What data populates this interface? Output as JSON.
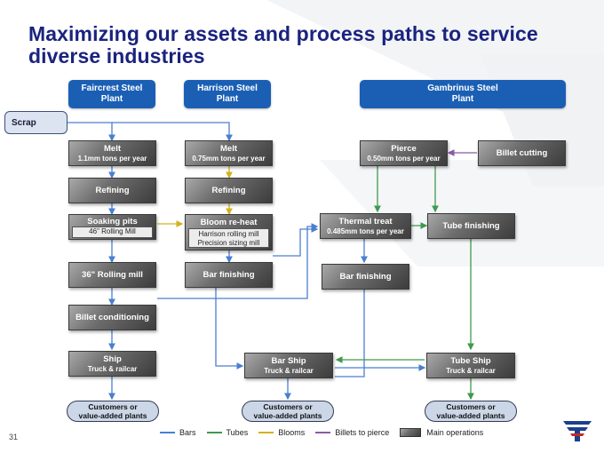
{
  "slide": {
    "title": "Maximizing our assets and process paths to service diverse industries",
    "page_number": "31"
  },
  "plants": {
    "faircrest": {
      "line1": "Faircrest Steel",
      "line2": "Plant"
    },
    "harrison": {
      "line1": "Harrison Steel",
      "line2": "Plant"
    },
    "gambrinus": {
      "line1": "Gambrinus Steel",
      "line2": "Plant"
    }
  },
  "scrap": "Scrap",
  "ops": {
    "melt1": {
      "title": "Melt",
      "sub": "1.1mm tons per year"
    },
    "melt2": {
      "title": "Melt",
      "sub": "0.75mm tons per year"
    },
    "pierce": {
      "title": "Pierce",
      "sub": "0.50mm tons per year"
    },
    "billet_cutting": {
      "title": "Billet cutting"
    },
    "refining1": {
      "title": "Refining"
    },
    "refining2": {
      "title": "Refining"
    },
    "soaking": {
      "title": "Soaking pits",
      "sub": "46\" Rolling Mill"
    },
    "bloom": {
      "title": "Bloom re-heat",
      "sub1": "Harrison rolling mill",
      "sub2": "Precision sizing mill"
    },
    "thermal": {
      "title": "Thermal treat",
      "sub": "0.485mm tons per year"
    },
    "tube_finishing": {
      "title": "Tube finishing"
    },
    "rolling36": {
      "title": "36\" Rolling mill"
    },
    "bar_finishing1": {
      "title": "Bar finishing"
    },
    "bar_finishing2": {
      "title": "Bar finishing"
    },
    "billet_conditioning": {
      "title": "Billet conditioning"
    },
    "ship": {
      "title": "Ship",
      "sub": "Truck & railcar"
    },
    "bar_ship": {
      "title": "Bar Ship",
      "sub": "Truck & railcar"
    },
    "tube_ship": {
      "title": "Tube Ship",
      "sub": "Truck & railcar"
    }
  },
  "customers": [
    {
      "line1": "Customers or",
      "line2": "value-added plants"
    },
    {
      "line1": "Customers or",
      "line2": "value-added plants"
    },
    {
      "line1": "Customers or",
      "line2": "value-added plants"
    }
  ],
  "legend": {
    "bars": "Bars",
    "tubes": "Tubes",
    "blooms": "Blooms",
    "billets": "Billets to pierce",
    "main_ops": "Main operations"
  },
  "colors": {
    "bars": "#4a7fd0",
    "tubes": "#3f9a4e",
    "blooms": "#d4b11e",
    "billets": "#8a5aa8",
    "title": "#1a237e",
    "plant": "#1b5fb5"
  }
}
